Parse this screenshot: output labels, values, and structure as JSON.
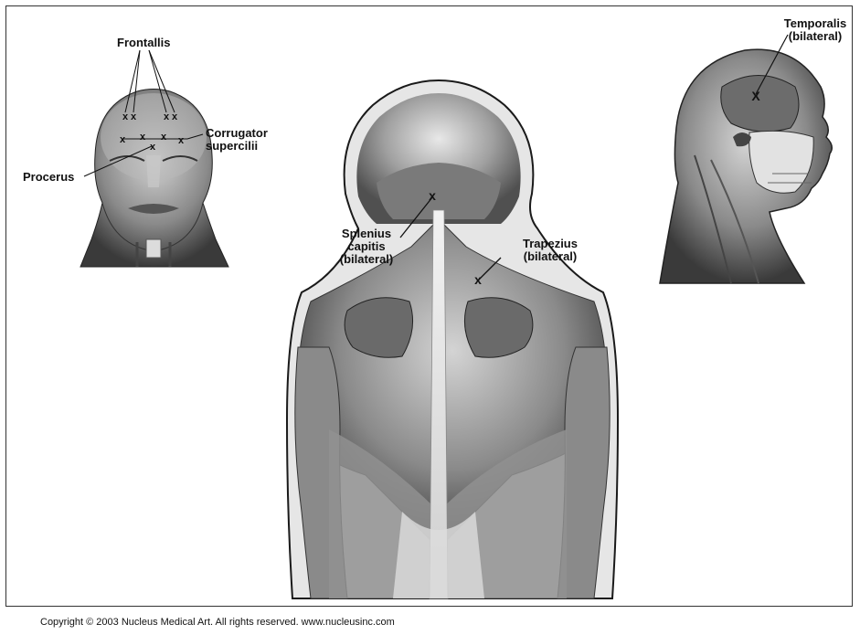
{
  "labels": {
    "frontallis": "Frontallis",
    "corrugator_line1": "Corrugator",
    "corrugator_line2": "supercilii",
    "procerus": "Procerus",
    "splenius_line1": "Splenius",
    "splenius_line2": "capitis",
    "splenius_line3": "(bilateral)",
    "trapezius_line1": "Trapezius",
    "trapezius_line2": "(bilateral)",
    "temporalis_line1": "Temporalis",
    "temporalis_line2": "(bilateral)"
  },
  "copyright": "Copyright © 2003 Nucleus Medical Art. All rights reserved. www.nucleusinc.com"
}
